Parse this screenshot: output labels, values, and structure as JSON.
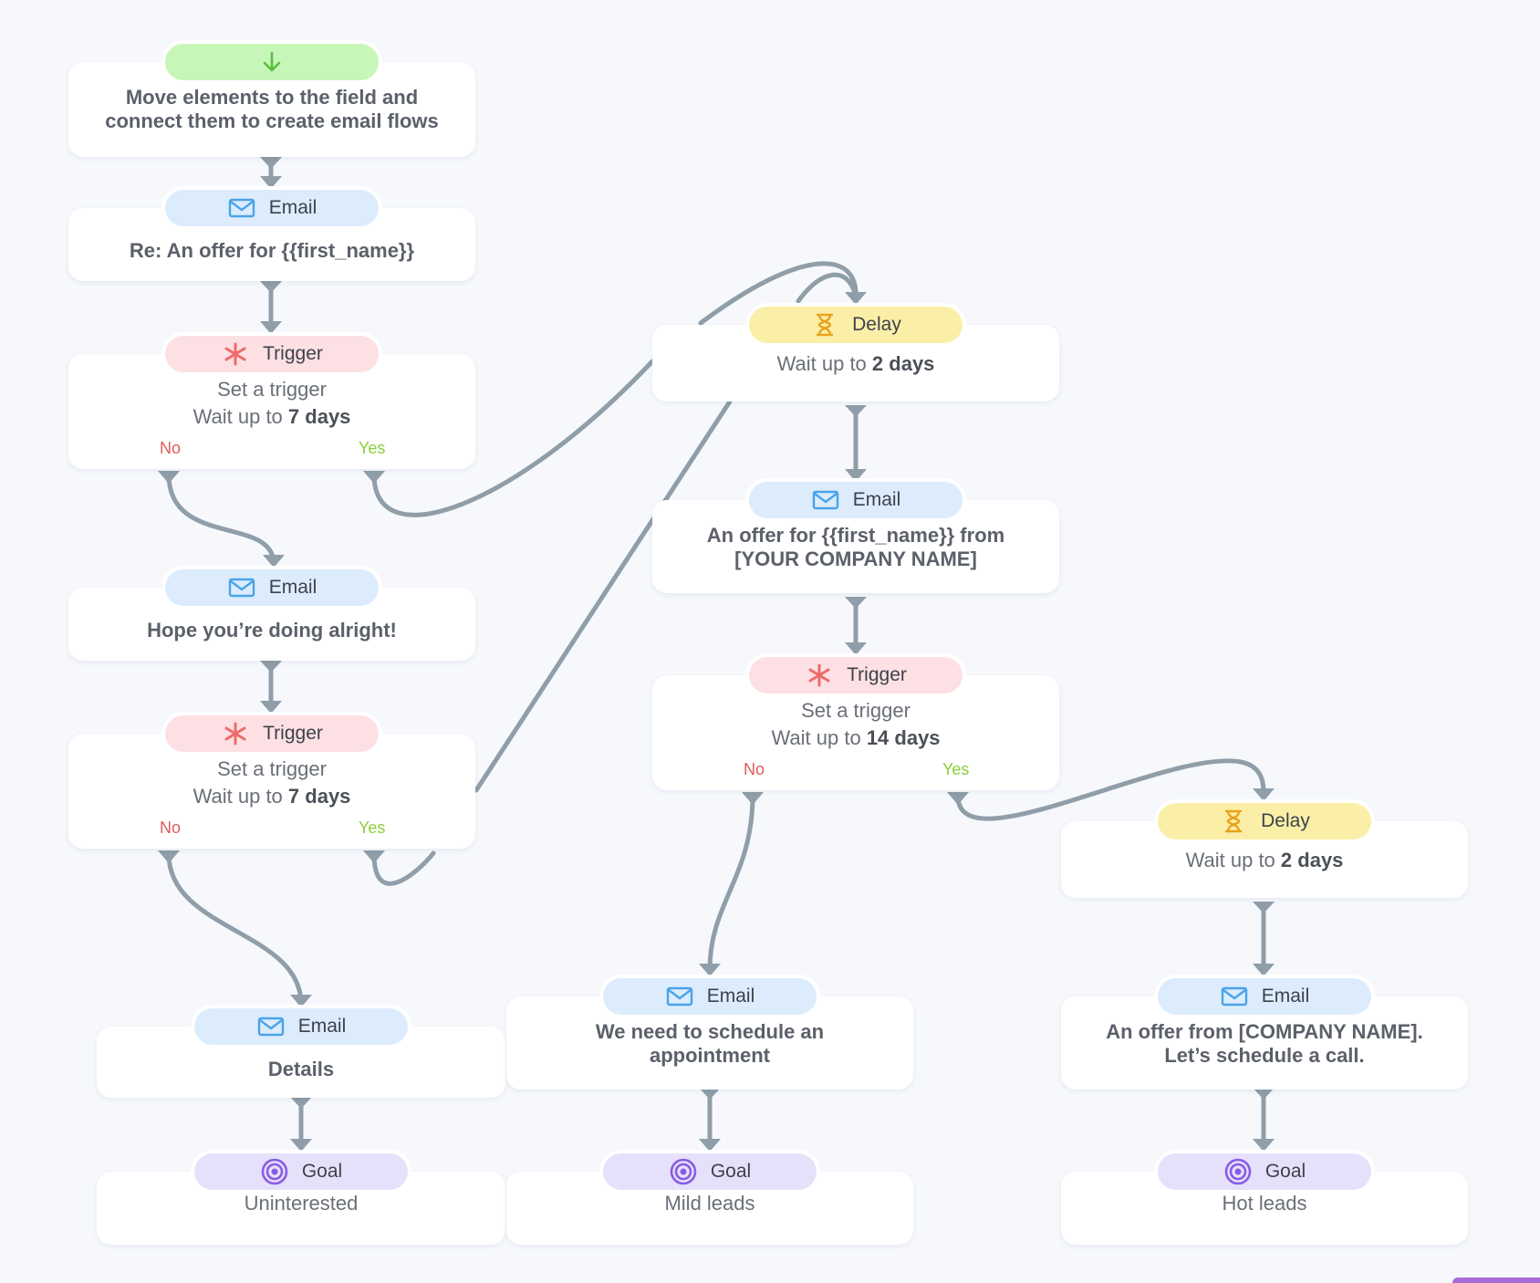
{
  "colors": {
    "wire": "#8f9ea8",
    "email_icon": "#4aa3e8",
    "trigger_icon": "#ee6b6b",
    "delay_icon": "#e8a21c",
    "goal_icon": "#8a5ce6",
    "start_icon": "#5bbd3c"
  },
  "nodes": {
    "start": {
      "text": "Move elements to the field and connect them to create email flows",
      "icon": "arrow-down-icon"
    },
    "email1": {
      "label": "Email",
      "subject": "Re: An offer for {{first_name}}"
    },
    "trigger1": {
      "label": "Trigger",
      "line1": "Set a trigger",
      "wait_prefix": "Wait up to",
      "wait_value": "7 days",
      "no": "No",
      "yes": "Yes"
    },
    "email2": {
      "label": "Email",
      "subject": "Hope you’re doing alright!"
    },
    "trigger2": {
      "label": "Trigger",
      "line1": "Set a trigger",
      "wait_prefix": "Wait up to",
      "wait_value": "7 days",
      "no": "No",
      "yes": "Yes"
    },
    "email3": {
      "label": "Email",
      "subject": "Details"
    },
    "goal1": {
      "label": "Goal",
      "text": "Uninterested"
    },
    "delay1": {
      "label": "Delay",
      "wait_prefix": "Wait up to",
      "wait_value": "2 days"
    },
    "email4": {
      "label": "Email",
      "subject": "An offer for {{first_name}} from [YOUR COMPANY NAME]"
    },
    "trigger3": {
      "label": "Trigger",
      "line1": "Set a trigger",
      "wait_prefix": "Wait up to",
      "wait_value": "14 days",
      "no": "No",
      "yes": "Yes"
    },
    "email5": {
      "label": "Email",
      "subject": "We need to schedule an appointment"
    },
    "goal2": {
      "label": "Goal",
      "text": "Mild leads"
    },
    "delay2": {
      "label": "Delay",
      "wait_prefix": "Wait up to",
      "wait_value": "2 days"
    },
    "email6": {
      "label": "Email",
      "subject": "An offer from [COMPANY NAME]. Let’s schedule a call."
    },
    "goal3": {
      "label": "Goal",
      "text": "Hot leads"
    }
  }
}
